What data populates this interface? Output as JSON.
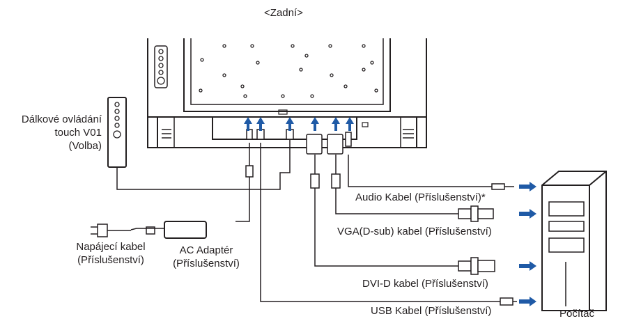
{
  "view_title": "<Zadní>",
  "remote": {
    "line1": "Dálkové ovládání",
    "line2": "touch V01",
    "line3": "(Volba)"
  },
  "cables": {
    "audio": "Audio Kabel (Příslušenství)*",
    "vga": "VGA(D-sub) kabel (Příslušenství)",
    "dvi": "DVI-D kabel (Příslušenství)",
    "usb": "USB Kabel (Příslušenství)"
  },
  "power_cable": {
    "line1": "Napájecí kabel",
    "line2": "(Příslušenství)"
  },
  "ac_adapter": {
    "line1": "AC Adaptér",
    "line2": "(Příslušenství)"
  },
  "computer": "Počítač",
  "colors": {
    "line": "#231f20",
    "arrow": "#1f5aa6",
    "background": "#ffffff"
  }
}
